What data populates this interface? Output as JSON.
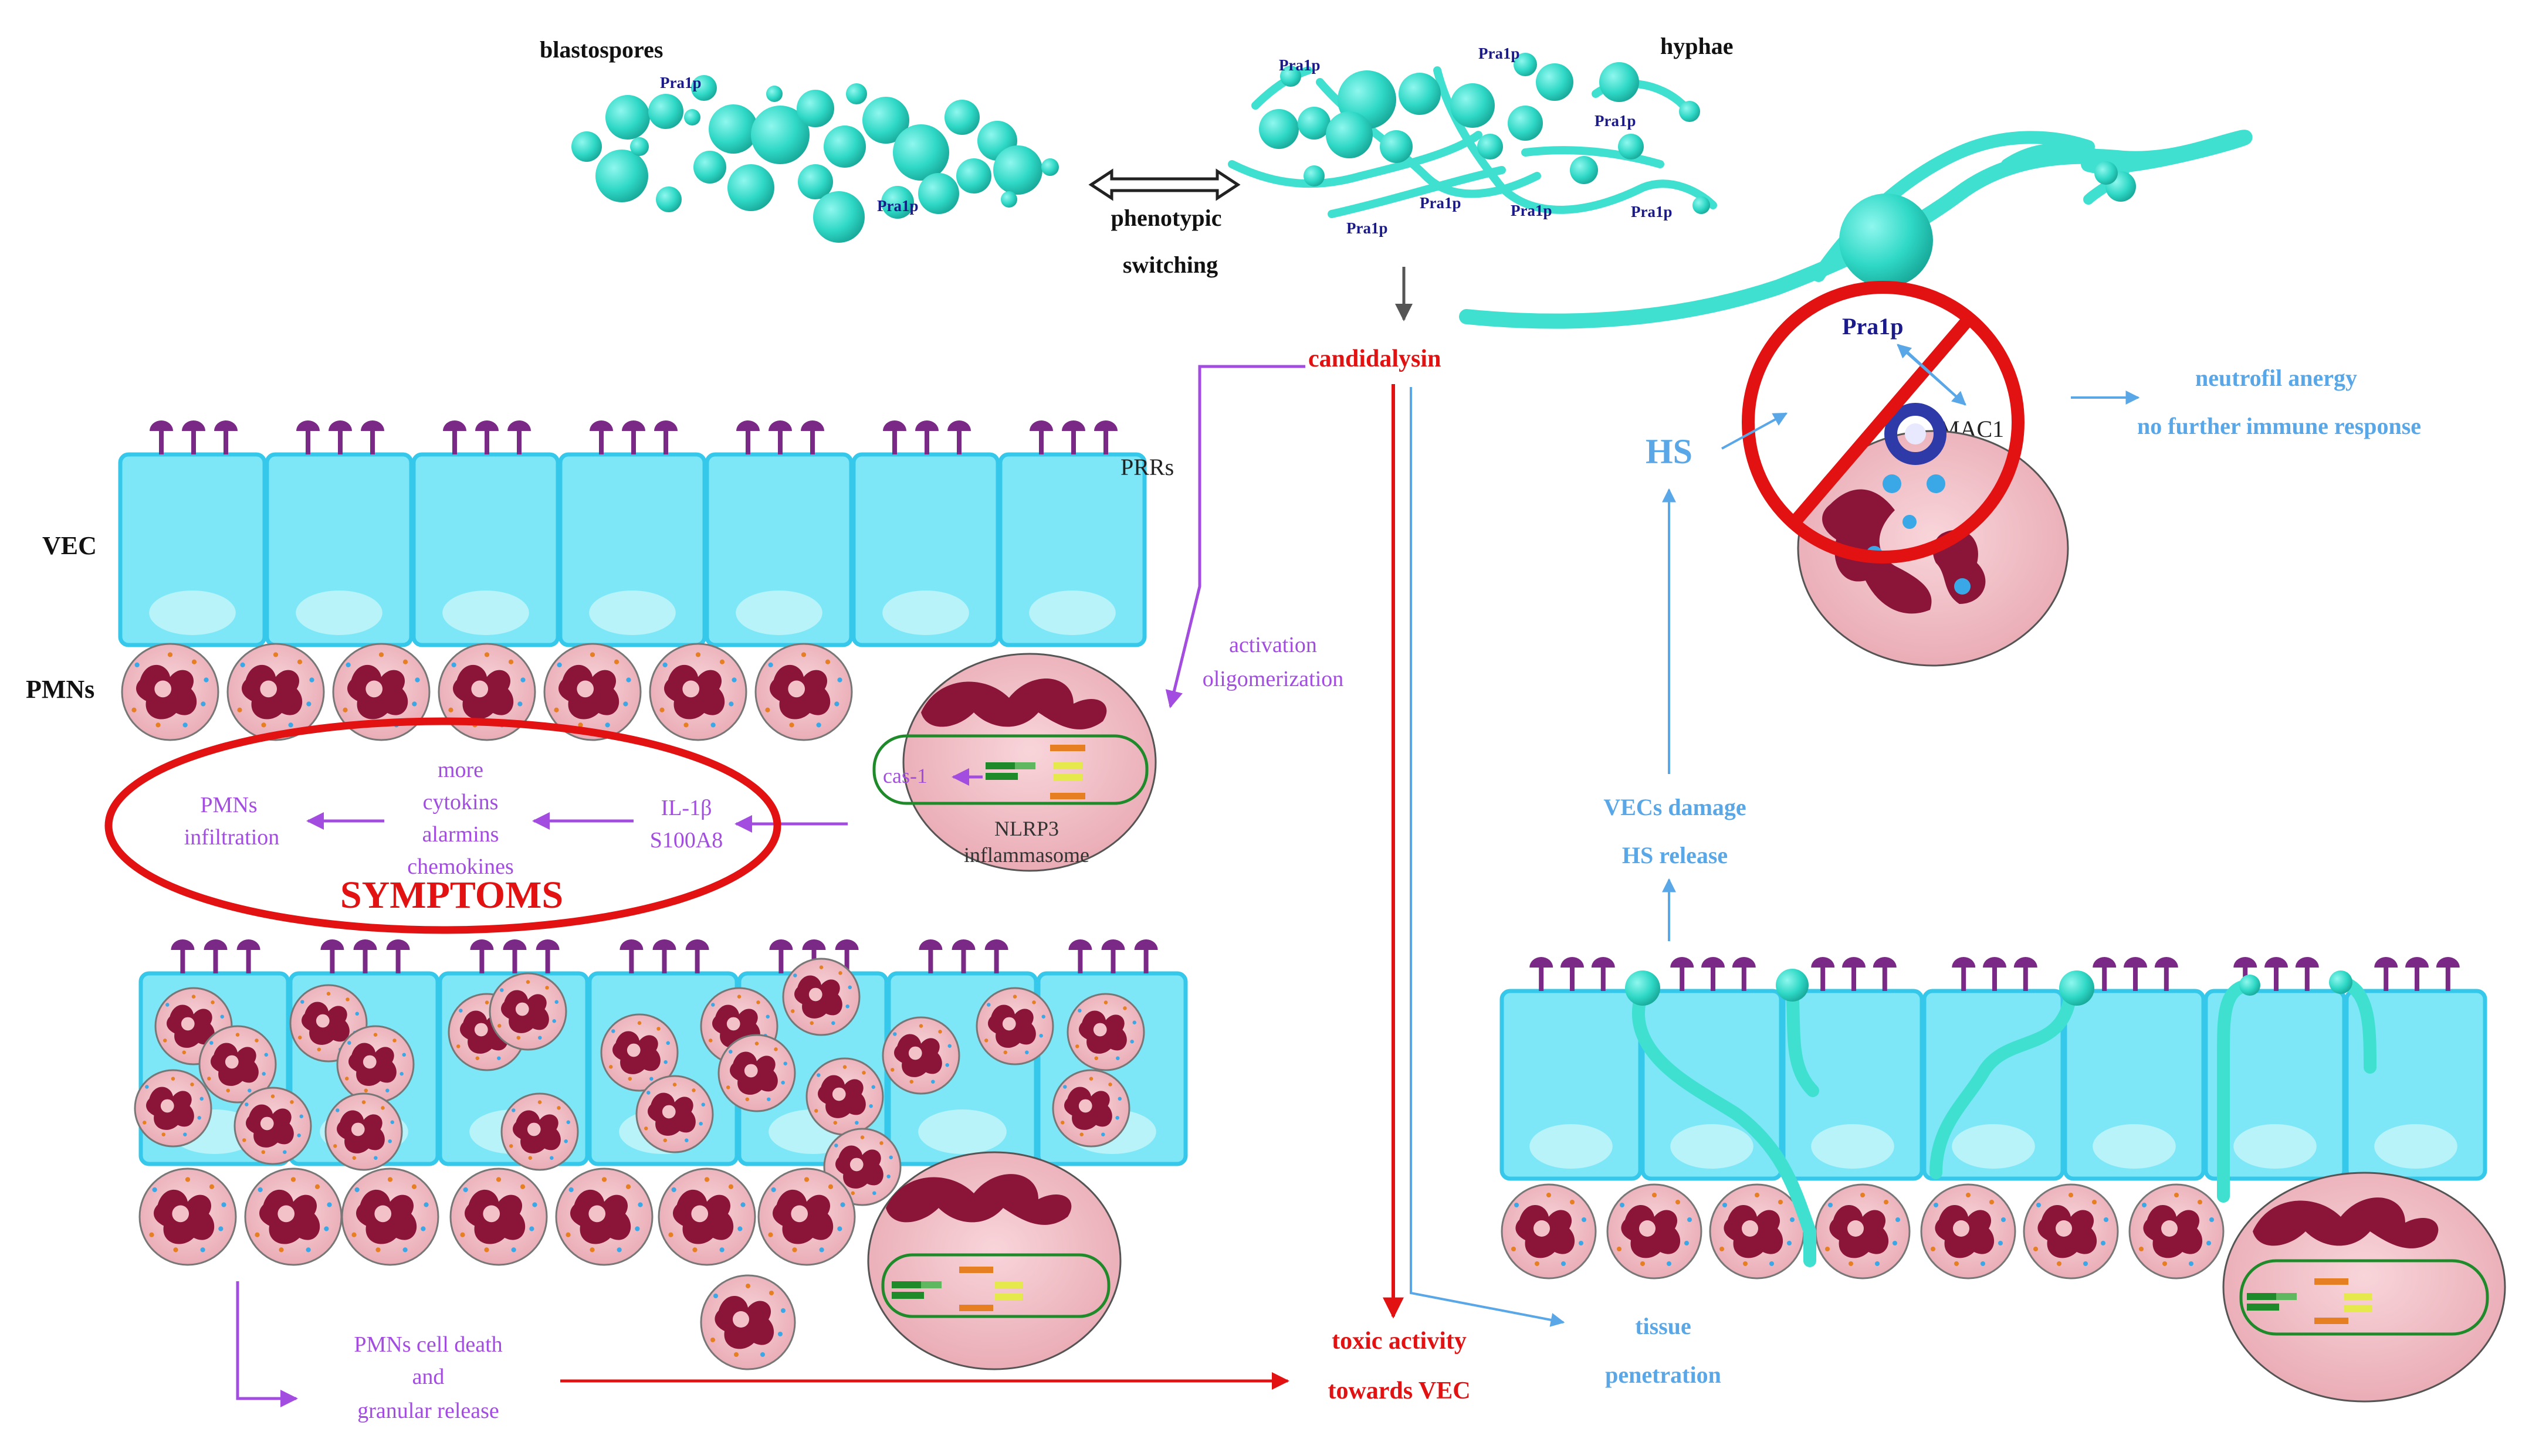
{
  "colors": {
    "candida": "#40E0D0",
    "candida_dark": "#1aa89a",
    "cell_fill": "#7de7f8",
    "cell_stroke": "#35c8ea",
    "receptor": "#7a2a86",
    "pmn_fill": "#f3c2c8",
    "pmn_nucleus": "#8a1538",
    "purple_text": "#a24de0",
    "red": "#e31212",
    "blue_text": "#5aa7e8",
    "pra1p_blue": "#1a1a8a",
    "green": "#1e8a2a"
  },
  "top": {
    "blastospores": "blastospores",
    "hyphae": "hyphae",
    "switch_line1": "phenotypic",
    "switch_line2": "switching",
    "pra1p": "Pra1p",
    "candidalysin": "candidalysin"
  },
  "left": {
    "vec_label": "VEC",
    "pmns_label": "PMNs",
    "prrs": "PRRs",
    "activation_line1": "activation",
    "activation_line2": "oligomerization",
    "cas1": "cas-1",
    "nlrp3_line1": "NLRP3",
    "nlrp3_line2": "inflammasome",
    "il1b": "IL-1β",
    "s100a8": "S100A8",
    "more_line1": "more",
    "more_line2": "cytokins",
    "more_line3": "alarmins",
    "more_line4": "chemokines",
    "pmns_inf_line1": "PMNs",
    "pmns_inf_line2": "infiltration",
    "symptoms": "SYMPTOMS",
    "death_line1": "PMNs cell death",
    "death_line2": "and",
    "death_line3": "granular release"
  },
  "center": {
    "toxic_line1": "toxic activity",
    "toxic_line2": "towards VEC",
    "tissue_line1": "tissue",
    "tissue_line2": "penetration"
  },
  "right": {
    "pra1p": "Pra1p",
    "mac1": "MAC1",
    "hs": "HS",
    "energy_line1": "neutrofil anergy",
    "energy_line2": "no further immune response",
    "damage_line1": "VECs damage",
    "damage_line2": "HS release"
  }
}
